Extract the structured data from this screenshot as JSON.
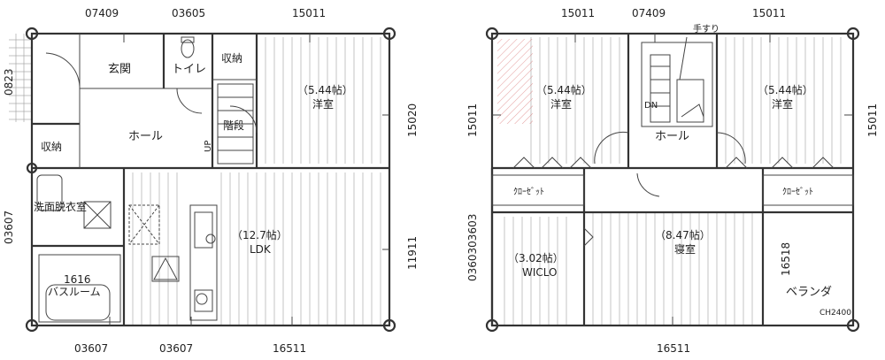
{
  "floor1": {
    "top_dims": [
      "07409",
      "03605",
      "15011"
    ],
    "left_dims": [
      "0823",
      "03607"
    ],
    "right_dims": [
      "15020",
      "11911"
    ],
    "bottom_dims": [
      "03607",
      "03607",
      "16511"
    ],
    "rooms": {
      "entrance": "玄関",
      "toilet": "トイレ",
      "storage_top": "収納",
      "storage_left": "収納",
      "stairs": "階段",
      "hall": "ホール",
      "western_size": "（5.44帖）",
      "western": "洋室",
      "washroom": "洗面脱衣室",
      "ldk_size": "（12.7帖）",
      "ldk": "LDK",
      "bath_size": "1616",
      "bath": "バスルーム",
      "up": "UP"
    }
  },
  "floor2": {
    "top_dims": [
      "15011",
      "07409",
      "15011"
    ],
    "left_dims": [
      "15011",
      "0360303603"
    ],
    "right_dims": [
      "15011",
      "16518"
    ],
    "bottom_dims": [
      "16511"
    ],
    "handrail": "手すり",
    "down": "DN",
    "rooms": {
      "western_left_size": "（5.44帖）",
      "western_left": "洋室",
      "western_right_size": "（5.44帖）",
      "western_right": "洋室",
      "hall": "ホール",
      "closet_left": "ｸﾛｰｾﾞｯﾄ",
      "closet_right": "ｸﾛｰｾﾞｯﾄ",
      "wic_size": "（3.02帖）",
      "wic": "WICLO",
      "bedroom_size": "（8.47帖）",
      "bedroom": "寝室",
      "veranda": "ベランダ"
    },
    "code": "CH2400"
  }
}
